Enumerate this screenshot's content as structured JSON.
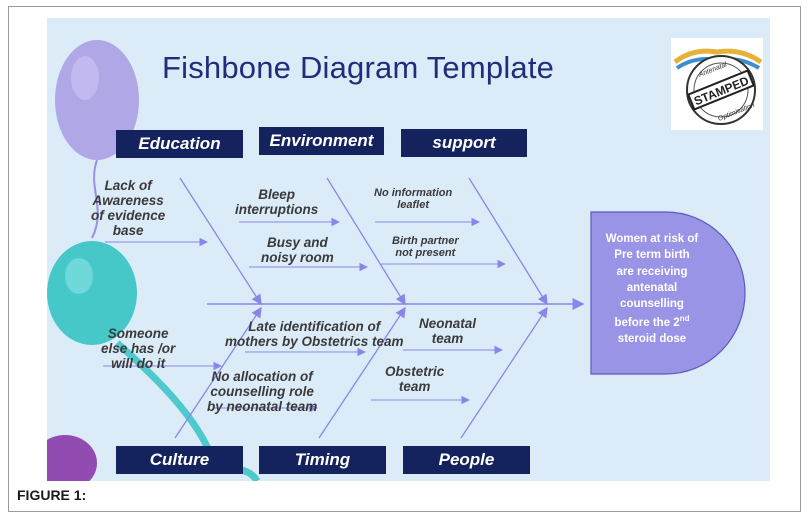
{
  "title": "Fishbone Diagram Template",
  "logo": {
    "text": "STAMPED",
    "arc_top": "Antenatal",
    "arc_bottom": "Optimisation"
  },
  "categories": {
    "education": "Education",
    "environment": "Environment",
    "support": "support",
    "culture": "Culture",
    "timing": "Timing",
    "people": "People"
  },
  "causes": {
    "education": [
      "Lack of",
      "Awareness",
      "of evidence",
      "base"
    ],
    "bleep": [
      "Bleep",
      "interruptions"
    ],
    "busy": [
      "Busy and",
      "noisy room"
    ],
    "leaflet": [
      "No information",
      "leaflet"
    ],
    "birth_partner": [
      "Birth partner",
      "not present"
    ],
    "culture": [
      "Someone",
      "else has /or",
      "will do it"
    ],
    "late_id": [
      "Late identification of",
      "mothers by Obstetrics team"
    ],
    "allocation": [
      "No allocation of",
      "counselling role",
      "by neonatal team"
    ],
    "neonatal": [
      "Neonatal",
      "team"
    ],
    "obstetric": [
      "Obstetric",
      "team"
    ]
  },
  "effect": {
    "lines": [
      "Women at risk of",
      "Pre term birth",
      "are receiving",
      "antenatal",
      "counselling"
    ],
    "last_prefix": "before the  2",
    "last_sup": "nd",
    "last_line2": "steroid dose"
  },
  "figure_caption": "FIGURE 1:",
  "colors": {
    "title": "#1f2d7a",
    "category_box": "#14235e",
    "slide_bg": "#dcebf8",
    "effect_fill": "#9a94e6",
    "arrows": "#8a86e8"
  }
}
